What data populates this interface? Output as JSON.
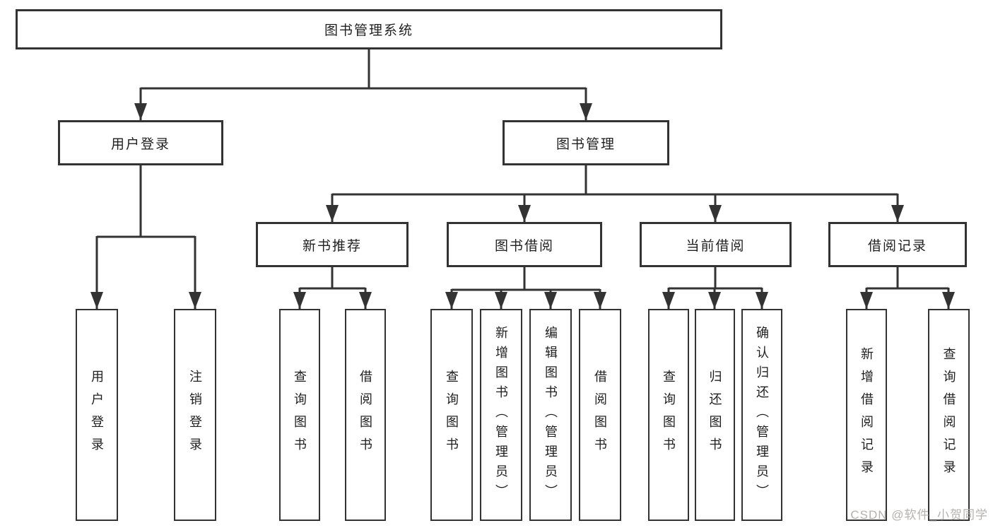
{
  "colors": {
    "line": "#333333",
    "text": "#1f1f1f",
    "box_background": "#ffffff",
    "watermark": "#b5b2ae",
    "page_background": "#ffffff"
  },
  "watermark": {
    "text": "CSDN @软件_小贺同学"
  },
  "diagram": {
    "type": "tree",
    "root": {
      "label": "图书管理系统"
    },
    "branches": [
      {
        "label": "用户登录",
        "children": [
          {
            "label": "用户登录"
          },
          {
            "label": "注销登录"
          }
        ]
      },
      {
        "label": "图书管理",
        "groups": [
          {
            "label": "新书推荐",
            "children": [
              {
                "label": "查询图书"
              },
              {
                "label": "借阅图书"
              }
            ]
          },
          {
            "label": "图书借阅",
            "children": [
              {
                "label": "查询图书"
              },
              {
                "label": "新增图书（管理员）"
              },
              {
                "label": "编辑图书（管理员）"
              },
              {
                "label": "借阅图书"
              }
            ]
          },
          {
            "label": "当前借阅",
            "children": [
              {
                "label": "查询图书"
              },
              {
                "label": "归还图书"
              },
              {
                "label": "确认归还（管理员）"
              }
            ]
          },
          {
            "label": "借阅记录",
            "children": [
              {
                "label": "新增借阅记录"
              },
              {
                "label": "查询借阅记录"
              }
            ]
          }
        ]
      }
    ]
  }
}
